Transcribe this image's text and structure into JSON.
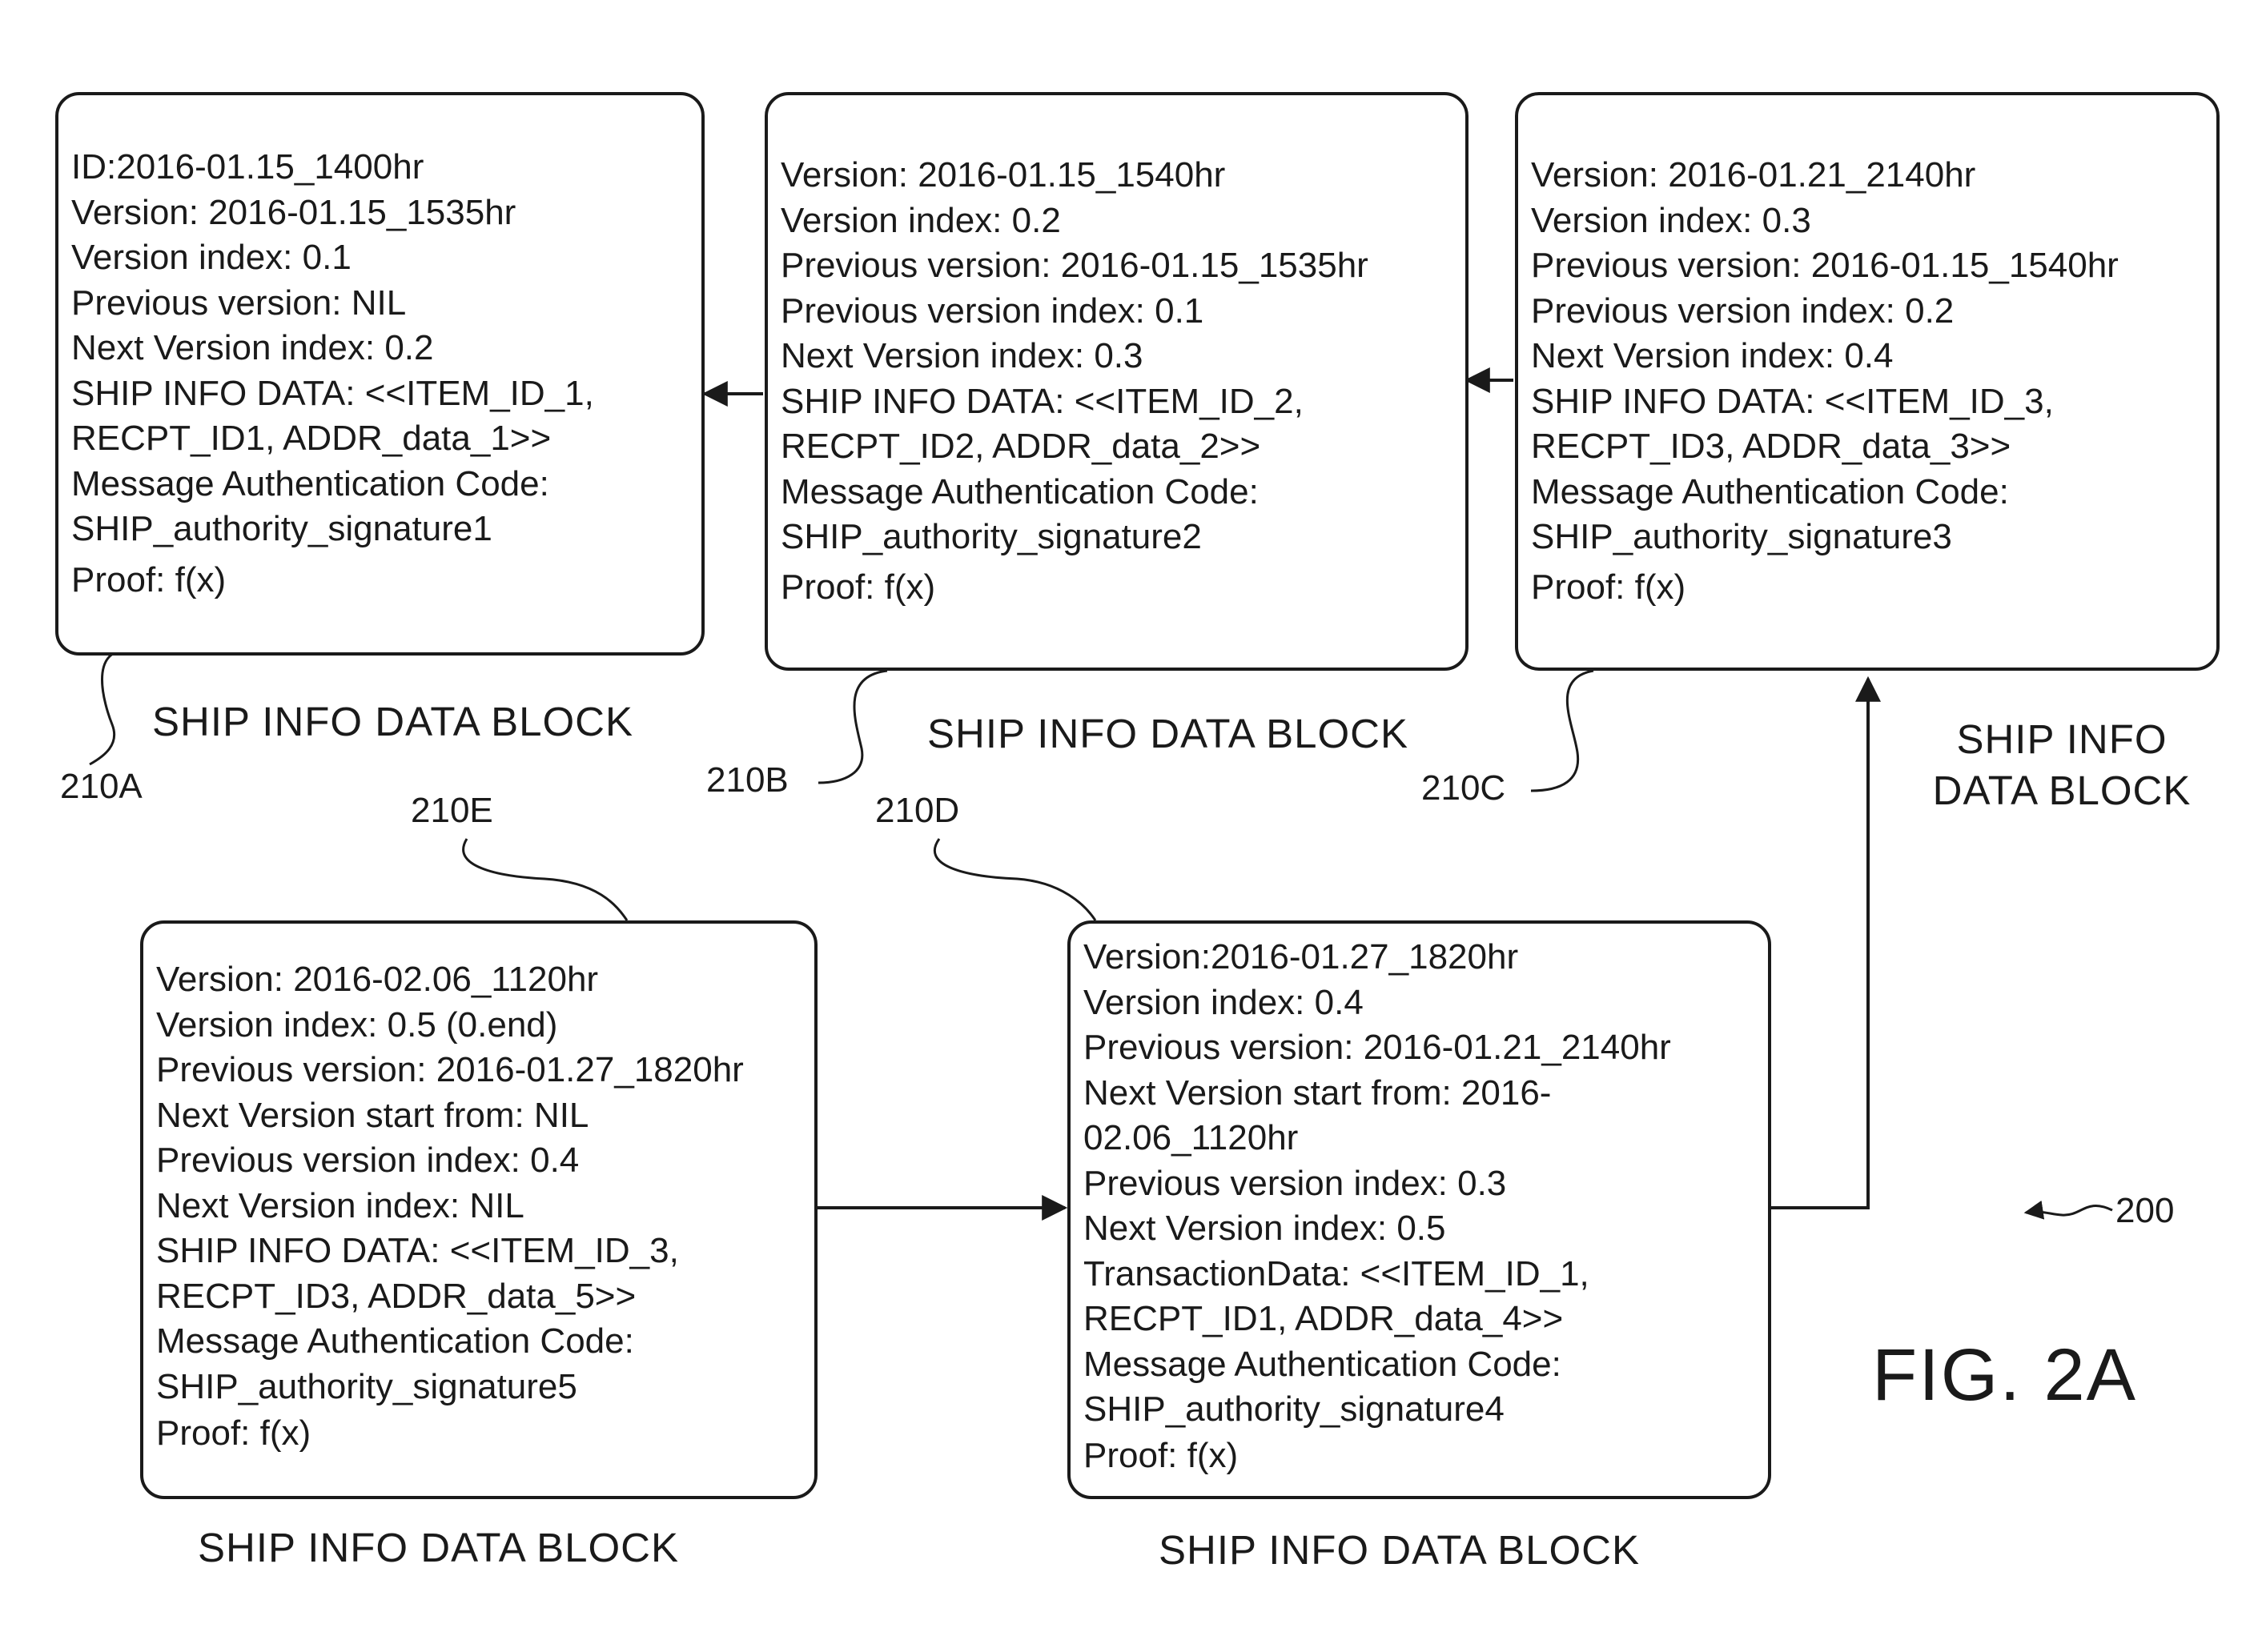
{
  "figure": {
    "label": "FIG. 2A",
    "ref_number": "200"
  },
  "blocks": {
    "a": {
      "ref": "210A",
      "caption": "SHIP INFO DATA BLOCK",
      "lines": [
        "ID:2016-01.15_1400hr",
        "Version: 2016-01.15_1535hr",
        "Version index: 0.1",
        "Previous version: NIL",
        "Next Version index: 0.2",
        "SHIP INFO DATA: <<ITEM_ID_1,",
        "RECPT_ID1, ADDR_data_1>>",
        "Message Authentication Code:",
        "SHIP_authority_signature1"
      ],
      "proof": "Proof: f(x)"
    },
    "b": {
      "ref": "210B",
      "caption": "SHIP INFO DATA BLOCK",
      "lines": [
        "Version: 2016-01.15_1540hr",
        "Version index: 0.2",
        "Previous version: 2016-01.15_1535hr",
        "Previous version index: 0.1",
        "Next Version index: 0.3",
        "SHIP INFO DATA: <<ITEM_ID_2,",
        "RECPT_ID2, ADDR_data_2>>",
        "Message Authentication Code:",
        "SHIP_authority_signature2"
      ],
      "proof": "Proof: f(x)"
    },
    "c": {
      "ref": "210C",
      "caption_line1": "SHIP INFO",
      "caption_line2": "DATA BLOCK",
      "lines": [
        "Version: 2016-01.21_2140hr",
        "Version index: 0.3",
        "Previous version: 2016-01.15_1540hr",
        "Previous version index: 0.2",
        "Next Version index: 0.4",
        "SHIP INFO DATA: <<ITEM_ID_3,",
        "RECPT_ID3, ADDR_data_3>>",
        "Message Authentication Code:",
        "SHIP_authority_signature3"
      ],
      "proof": "Proof: f(x)"
    },
    "d": {
      "ref": "210D",
      "caption": "SHIP INFO DATA BLOCK",
      "lines": [
        "Version:2016-01.27_1820hr",
        "Version index: 0.4",
        "Previous version: 2016-01.21_2140hr",
        "Next Version start from: 2016-",
        "02.06_1120hr",
        "Previous version index: 0.3",
        "Next Version index: 0.5",
        "TransactionData: <<ITEM_ID_1,",
        "RECPT_ID1, ADDR_data_4>>",
        "Message Authentication Code:",
        "SHIP_authority_signature4"
      ],
      "proof": "Proof: f(x)"
    },
    "e": {
      "ref": "210E",
      "caption": "SHIP INFO DATA BLOCK",
      "lines": [
        "Version: 2016-02.06_1120hr",
        "Version index: 0.5 (0.end)",
        "Previous version: 2016-01.27_1820hr",
        "Next Version start from: NIL",
        "Previous version index: 0.4",
        "Next Version index: NIL",
        "SHIP INFO DATA: <<ITEM_ID_3,",
        "RECPT_ID3, ADDR_data_5>>",
        "Message Authentication Code:",
        "SHIP_authority_signature5"
      ],
      "proof": "Proof: f(x)"
    }
  },
  "colors": {
    "ink": "#1a1a1a",
    "background": "#ffffff"
  }
}
